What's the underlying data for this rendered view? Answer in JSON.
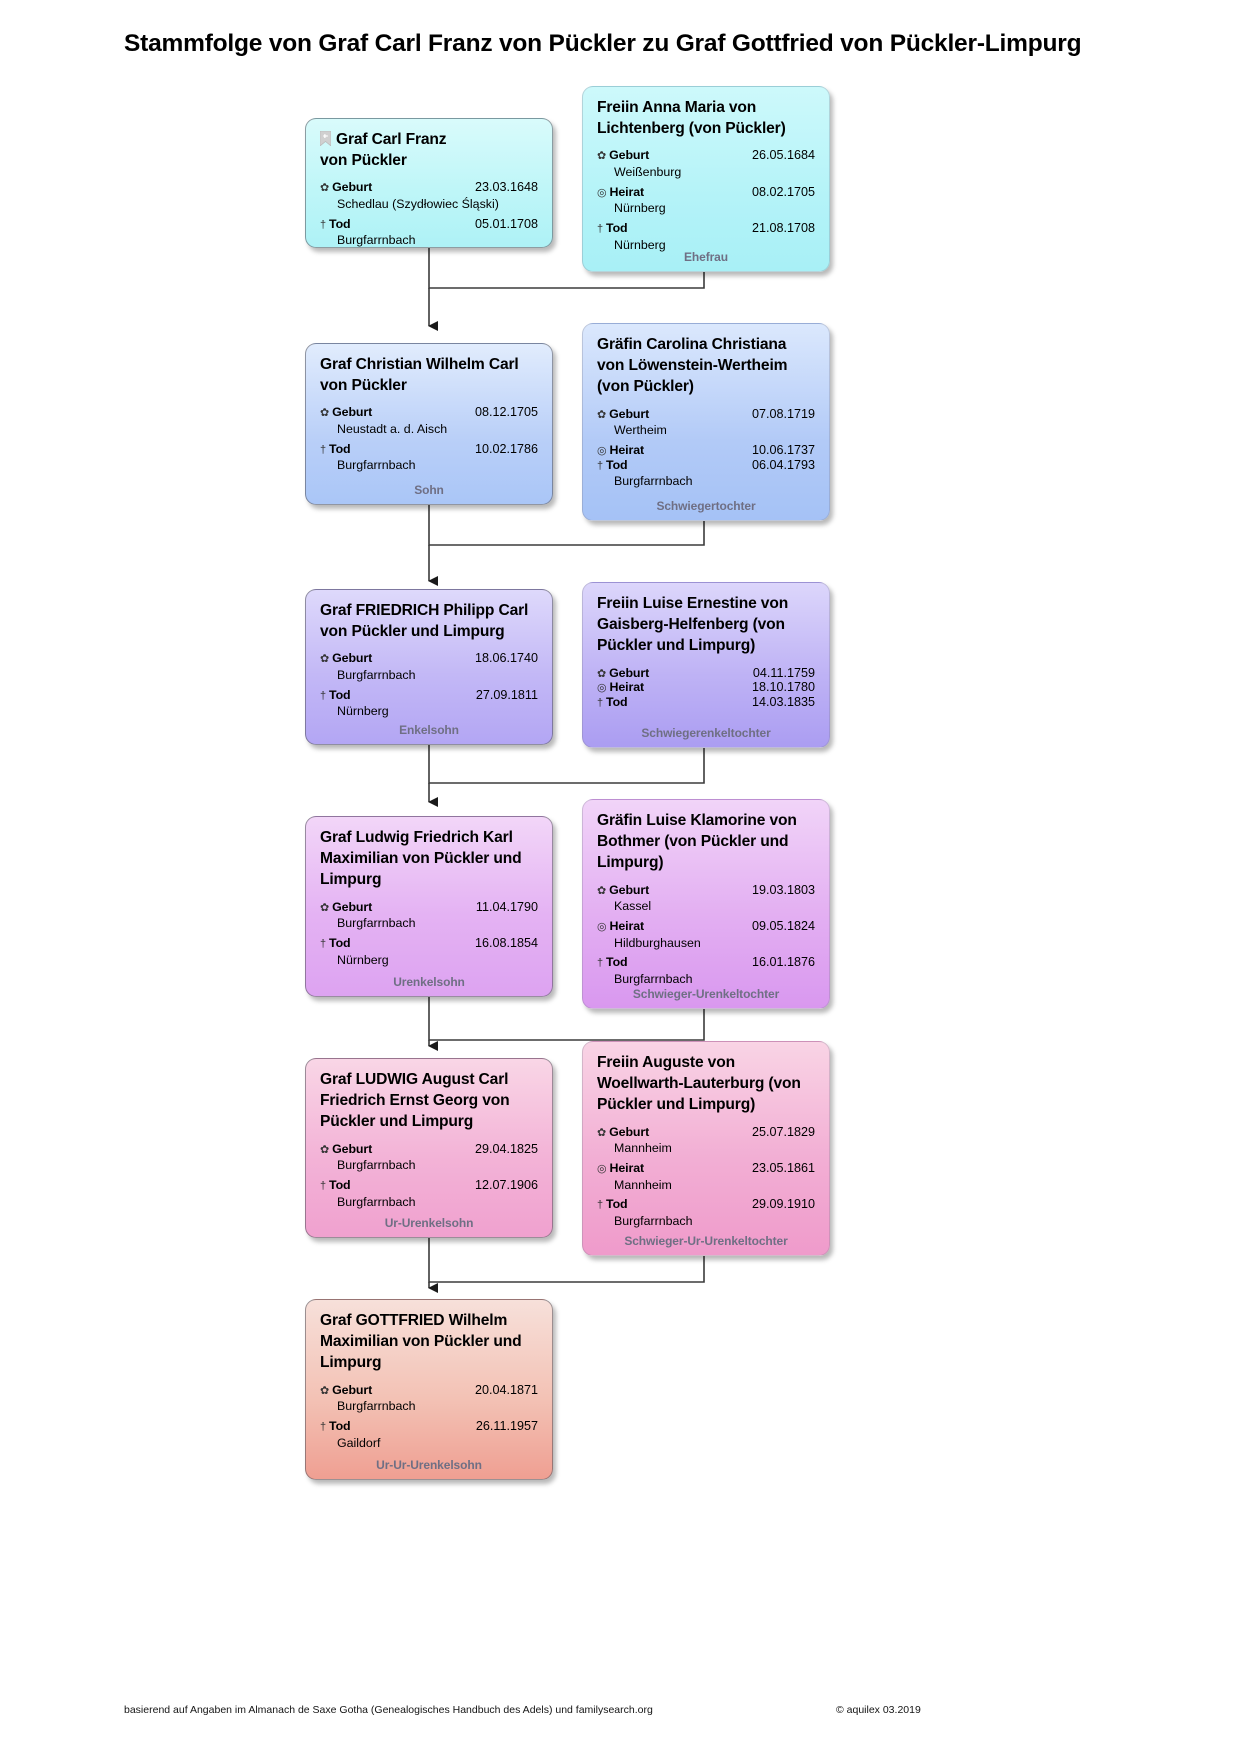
{
  "title": "Stammfolge von Graf Carl Franz von Pückler zu Graf Gottfried von Pückler-Limpurg",
  "labels": {
    "geburt": "Geburt",
    "heirat": "Heirat",
    "tod": "Tod",
    "geburt_glyph": "✿",
    "heirat_glyph": "◎",
    "tod_glyph": "†"
  },
  "footer": {
    "source": "basierend auf Angaben im Almanach de Saxe Gotha (Genealogisches Handbuch des Adels) und familysearch.org",
    "credit": "© aquilex 03.2019"
  },
  "cards": [
    {
      "id": "carl-franz",
      "name": "Graf Carl Franz\nvon Pückler",
      "bookmark": true,
      "geburt_date": "23.03.1648",
      "geburt_place": "Schedlau (Szydłowiec Śląski)",
      "heirat_date": "",
      "heirat_place": "",
      "tod_date": "05.01.1708",
      "tod_place": "Burgfarrnbach",
      "relation": ""
    },
    {
      "id": "anna-maria",
      "name": "Freiin Anna Maria von\nLichtenberg (von Pückler)",
      "bookmark": false,
      "geburt_date": "26.05.1684",
      "geburt_place": "Weißenburg",
      "heirat_date": "08.02.1705",
      "heirat_place": "Nürnberg",
      "tod_date": "21.08.1708",
      "tod_place": "Nürnberg",
      "relation": "Ehefrau"
    },
    {
      "id": "christian-wilhelm-carl",
      "name": "Graf Christian Wilhelm Carl\nvon Pückler",
      "bookmark": false,
      "geburt_date": "08.12.1705",
      "geburt_place": "Neustadt a. d. Aisch",
      "heirat_date": "",
      "heirat_place": "",
      "tod_date": "10.02.1786",
      "tod_place": "Burgfarrnbach",
      "relation": "Sohn"
    },
    {
      "id": "carolina-christiana",
      "name": "Gräfin Carolina Christiana\nvon Löwenstein-Wertheim\n(von Pückler)",
      "bookmark": false,
      "geburt_date": "07.08.1719",
      "geburt_place": "Wertheim",
      "heirat_date": "10.06.1737",
      "heirat_place": "",
      "tod_date": "06.04.1793",
      "tod_place": "Burgfarrnbach",
      "relation": "Schwiegertochter"
    },
    {
      "id": "friedrich-philipp-carl",
      "name": "Graf FRIEDRICH Philipp Carl\nvon Pückler und Limpurg",
      "bookmark": false,
      "geburt_date": "18.06.1740",
      "geburt_place": "Burgfarrnbach",
      "heirat_date": "",
      "heirat_place": "",
      "tod_date": "27.09.1811",
      "tod_place": "Nürnberg",
      "relation": "Enkelsohn"
    },
    {
      "id": "luise-ernestine",
      "name": "Freiin Luise Ernestine von\nGaisberg-Helfenberg (von\nPückler und Limpurg)",
      "bookmark": false,
      "geburt_date": "04.11.1759",
      "geburt_place": "",
      "heirat_date": "18.10.1780",
      "heirat_place": "",
      "tod_date": "14.03.1835",
      "tod_place": "",
      "relation": "Schwiegerenkeltochter"
    },
    {
      "id": "ludwig-friedrich-karl",
      "name": "Graf Ludwig Friedrich Karl\nMaximilian von Pückler und\nLimpurg",
      "bookmark": false,
      "geburt_date": "11.04.1790",
      "geburt_place": "Burgfarrnbach",
      "heirat_date": "",
      "heirat_place": "",
      "tod_date": "16.08.1854",
      "tod_place": "Nürnberg",
      "relation": "Urenkelsohn"
    },
    {
      "id": "luise-klamorine",
      "name": "Gräfin Luise Klamorine von\nBothmer (von Pückler und\nLimpurg)",
      "bookmark": false,
      "geburt_date": "19.03.1803",
      "geburt_place": "Kassel",
      "heirat_date": "09.05.1824",
      "heirat_place": "Hildburghausen",
      "tod_date": "16.01.1876",
      "tod_place": "Burgfarrnbach",
      "relation": "Schwieger-Urenkeltochter"
    },
    {
      "id": "ludwig-august-carl",
      "name": "Graf LUDWIG August Carl\nFriedrich Ernst Georg von\nPückler und Limpurg",
      "bookmark": false,
      "geburt_date": "29.04.1825",
      "geburt_place": "Burgfarrnbach",
      "heirat_date": "",
      "heirat_place": "",
      "tod_date": "12.07.1906",
      "tod_place": "Burgfarrnbach",
      "relation": "Ur-Urenkelsohn"
    },
    {
      "id": "auguste-woellwarth",
      "name": "Freiin Auguste von\nWoellwarth-Lauterburg (von\nPückler und Limpurg)",
      "bookmark": false,
      "geburt_date": "25.07.1829",
      "geburt_place": "Mannheim",
      "heirat_date": "23.05.1861",
      "heirat_place": "Mannheim",
      "tod_date": "29.09.1910",
      "tod_place": "Burgfarrnbach",
      "relation": "Schwieger-Ur-Urenkeltochter"
    },
    {
      "id": "gottfried-wilhelm",
      "name": "Graf GOTTFRIED Wilhelm\nMaximilian von Pückler und\nLimpurg",
      "bookmark": false,
      "geburt_date": "20.04.1871",
      "geburt_place": "Burgfarrnbach",
      "heirat_date": "",
      "heirat_place": "",
      "tod_date": "26.11.1957",
      "tod_place": "Gaildorf",
      "relation": "Ur-Ur-Urenkelsohn"
    }
  ]
}
